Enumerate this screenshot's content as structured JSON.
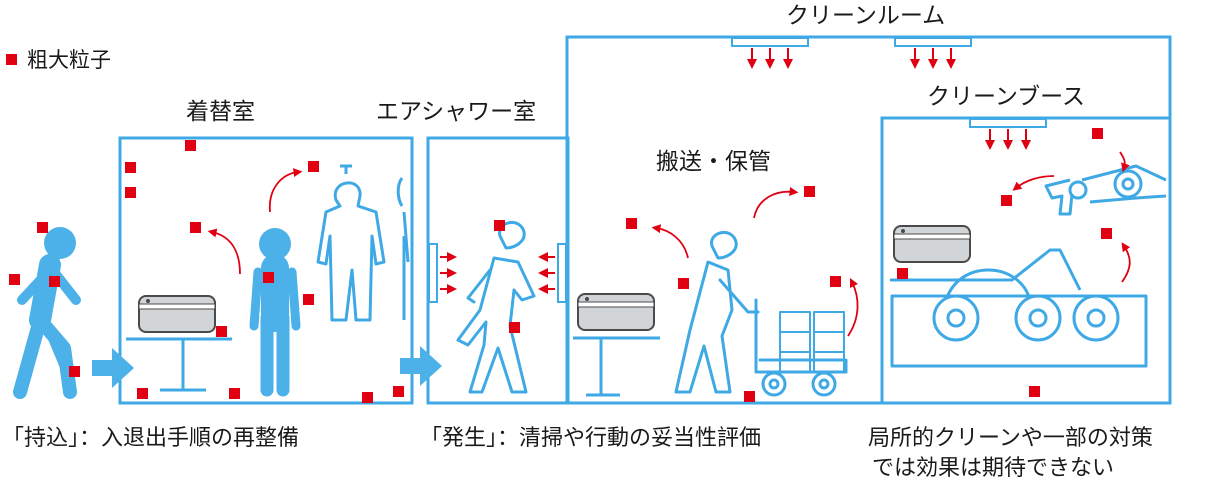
{
  "legend": {
    "label": "粗大粒子",
    "color": "#e00012"
  },
  "rooms": {
    "changing": "着替室",
    "air_shower": "エアシャワー室",
    "clean_room": "クリーンルーム",
    "clean_booth": "クリーンブース",
    "transport": "搬送・保管"
  },
  "captions": {
    "bring_in": "「持込」：入退出手順の再整備",
    "generation": "「発生」：清掃や行動の妥当性評価",
    "local_line1": "局所的クリーンや一部の対策",
    "local_line2": "では効果は期待できない"
  },
  "colors": {
    "outline": "#3fa9e6",
    "figure": "#4bb1e8",
    "particle": "#e00012",
    "machine_gray": "#d2d5d8"
  }
}
